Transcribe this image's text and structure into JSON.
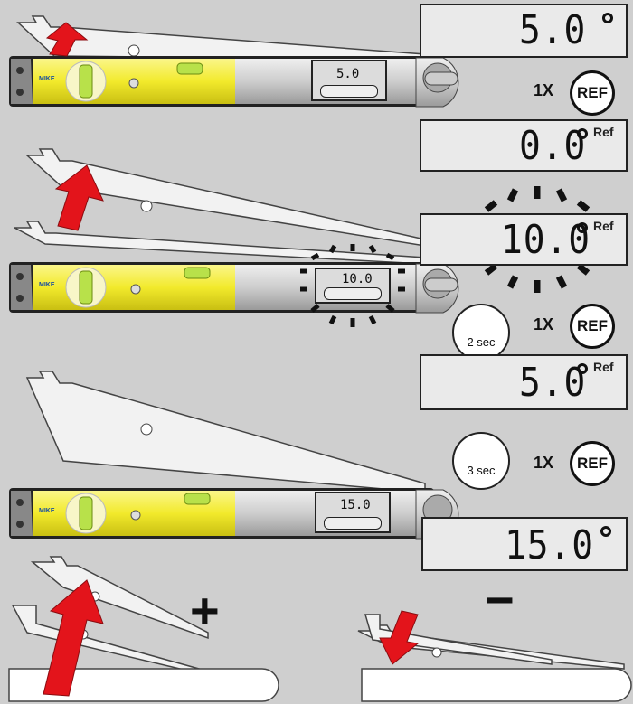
{
  "panels": [
    {
      "display": "5.0",
      "ref": "",
      "press": "1X",
      "button": "REF"
    },
    {
      "display": "0.0",
      "ref": "Ref"
    },
    {
      "display": "10.0",
      "ref": "Ref",
      "press": "1X",
      "button": "REF",
      "timer": "2 sec",
      "tool_display": "10.0"
    },
    {
      "display": "5.0",
      "ref": "Ref",
      "press": "1X",
      "button": "REF",
      "timer": "3 sec"
    },
    {
      "display": "15.0",
      "tool_display": "15.0"
    }
  ],
  "tool_top_display": "5.0",
  "brand": "MIKE",
  "direction": {
    "plus": "+",
    "minus": "−"
  },
  "colors": {
    "arrow": "#e3141b",
    "body_yellow": "#f2ea2c",
    "lcd_bg": "#eaeaea",
    "background": "#cfcfcf"
  }
}
